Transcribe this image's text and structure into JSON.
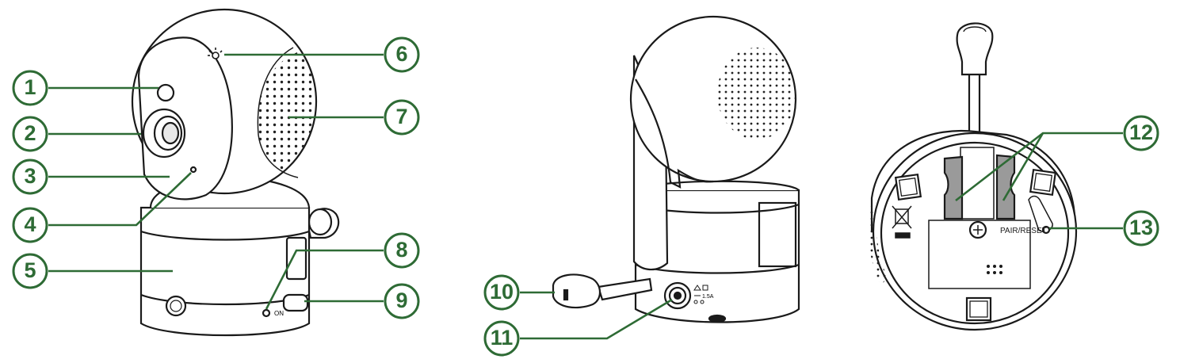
{
  "colors": {
    "callout": "#2e6b35",
    "outline": "#1a1a1a",
    "fill": "#ffffff",
    "gray": "#9a9a9a",
    "dark": "#555555"
  },
  "callouts": [
    {
      "number": "1"
    },
    {
      "number": "2"
    },
    {
      "number": "3"
    },
    {
      "number": "4"
    },
    {
      "number": "5"
    },
    {
      "number": "6"
    },
    {
      "number": "7"
    },
    {
      "number": "8"
    },
    {
      "number": "9"
    },
    {
      "number": "10"
    },
    {
      "number": "11"
    },
    {
      "number": "12"
    },
    {
      "number": "13"
    }
  ],
  "device_labels": {
    "on_label": "ON",
    "pair_reset_label": "PAIR/RESET",
    "rating_label": "1.5A"
  }
}
